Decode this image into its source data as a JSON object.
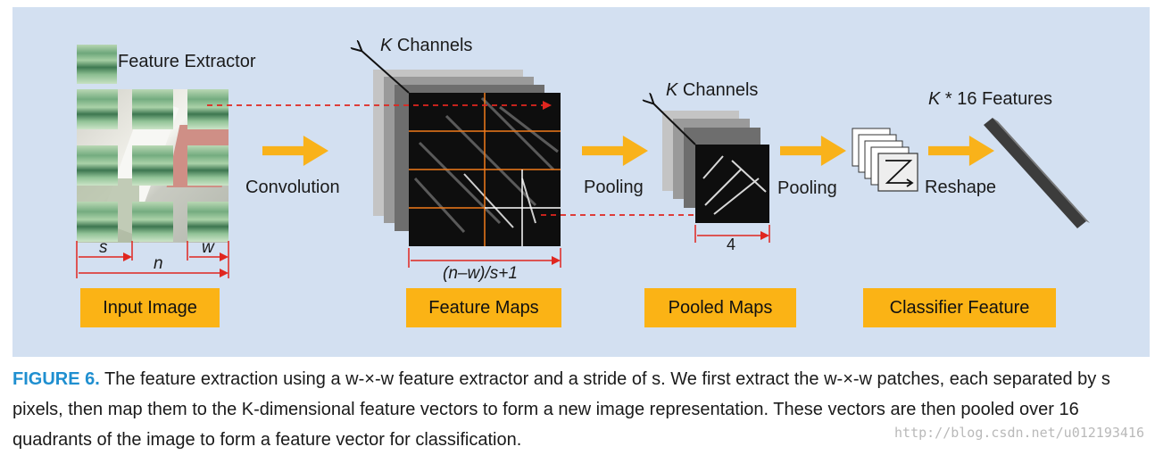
{
  "diagram": {
    "feature_extractor_label": "Feature Extractor",
    "input_s_label": "s",
    "input_w_label": "w",
    "input_n_label": "n",
    "convolution_label": "Convolution",
    "k_channels_label_1": "K Channels",
    "feature_map_size_label": "(n–w)/s+1",
    "pooling_label_1": "Pooling",
    "k_channels_label_2": "K Channels",
    "pooled_size_label": "4",
    "pooling_label_2": "Pooling",
    "reshape_label": "Reshape",
    "features_label": "K * 16 Features",
    "stage_labels": {
      "input_image": "Input Image",
      "feature_maps": "Feature Maps",
      "pooled_maps": "Pooled Maps",
      "classifier_feature": "Classifier Feature"
    },
    "colors": {
      "panel_bg": "#d3e0f1",
      "arrow": "#f9b21a",
      "badge": "#fbb315",
      "dashed_arrow": "#e0261f",
      "grid_line": "#f07a1a"
    }
  },
  "caption": {
    "figure_label": "FIGURE 6.",
    "text": "The feature extraction using a w-×-w feature extractor and a stride of s. We first extract the w-×-w patches, each separated by s pixels, then map them to the K-dimensional feature vectors to form a new image representation. These vectors are then pooled over 16 quadrants of the image to form a feature vector for classification."
  },
  "watermark": "http://blog.csdn.net/u012193416"
}
